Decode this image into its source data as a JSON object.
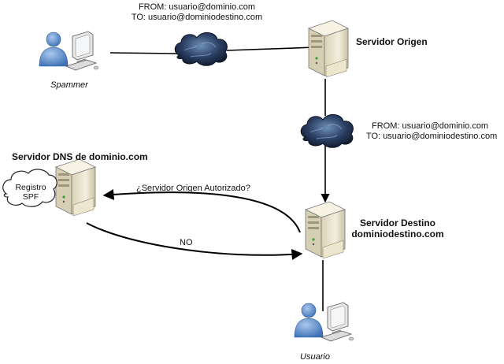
{
  "labels": {
    "msg_top_from": "FROM: usuario@dominio.com",
    "msg_top_to": "TO: usuario@dominiodestino.com",
    "spammer": "Spammer",
    "servidor_origen": "Servidor Origen",
    "msg_right_from": "FROM: usuario@dominio.com",
    "msg_right_to": "TO: usuario@dominiodestino.com",
    "dns_server": "Servidor DNS de dominio.com",
    "registro_spf_line1": "Registro",
    "registro_spf_line2": "SPF",
    "query": "¿Servidor Origen Autorizado?",
    "answer": "NO",
    "servidor_destino_line1": "Servidor Destino",
    "servidor_destino_line2": "dominiodestino.com",
    "usuario": "Usuario"
  },
  "colors": {
    "line": "#000000",
    "user_blue": "#5a8ed0",
    "server_beige": "#ece6cf",
    "cloud_dark": "#1a2a44"
  },
  "icons": [
    "user-computer-icon",
    "server-icon",
    "cloud-icon"
  ]
}
